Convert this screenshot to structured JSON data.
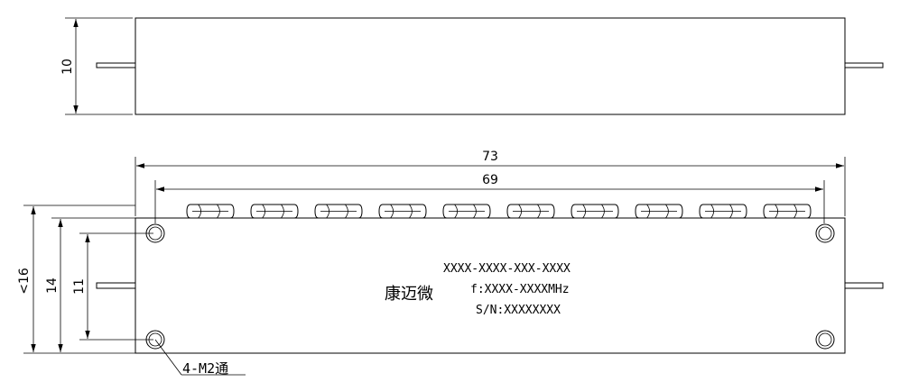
{
  "dimensions": {
    "height_side": "10",
    "overall_length": "73",
    "hole_spacing": "69",
    "overall_width": "<16",
    "width_14": "14",
    "hole_spacing_vertical": "11"
  },
  "label": {
    "brand": "康迈微",
    "part_number": "XXXX-XXXX-XXX-XXXX",
    "frequency": "f:XXXX-XXXXMHz",
    "serial": "S/N:XXXXXXXX"
  },
  "callout": {
    "mounting_holes": "4-M2通"
  },
  "tuning_screws_count": 10
}
